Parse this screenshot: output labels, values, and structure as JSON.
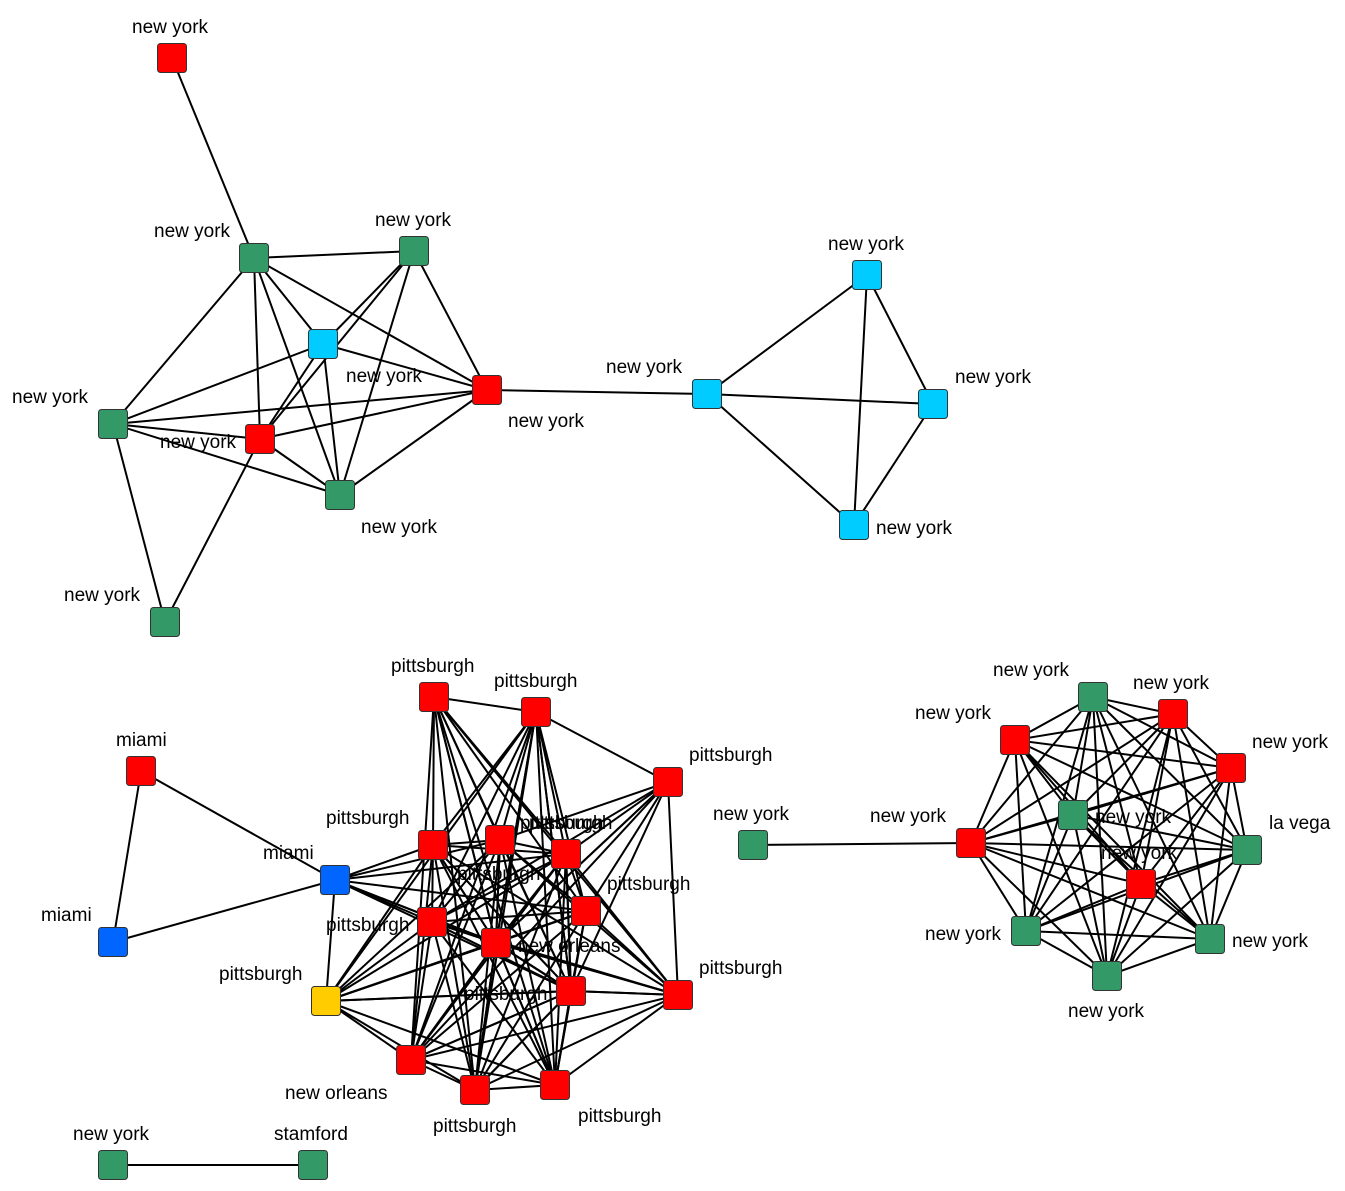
{
  "colors": {
    "red": "#ff0000",
    "green": "#339966",
    "cyan": "#00ccff",
    "blue": "#0066ff",
    "yellow": "#ffcc00",
    "edge": "#000000"
  },
  "nodes": [
    {
      "id": "a1",
      "label": "new york",
      "color": "red"
    },
    {
      "id": "a2",
      "label": "new york",
      "color": "green"
    },
    {
      "id": "a3",
      "label": "new york",
      "color": "green"
    },
    {
      "id": "a4",
      "label": "new york",
      "color": "cyan"
    },
    {
      "id": "a5",
      "label": "new york",
      "color": "red"
    },
    {
      "id": "a6",
      "label": "new york",
      "color": "green"
    },
    {
      "id": "a7",
      "label": "new york",
      "color": "red"
    },
    {
      "id": "a8",
      "label": "new york",
      "color": "green"
    },
    {
      "id": "a9",
      "label": "new york",
      "color": "green"
    },
    {
      "id": "b1",
      "label": "new york",
      "color": "cyan"
    },
    {
      "id": "b2",
      "label": "new york",
      "color": "cyan"
    },
    {
      "id": "b3",
      "label": "new york",
      "color": "cyan"
    },
    {
      "id": "b4",
      "label": "new york",
      "color": "cyan"
    },
    {
      "id": "c1",
      "label": "miami",
      "color": "red"
    },
    {
      "id": "c2",
      "label": "miami",
      "color": "blue"
    },
    {
      "id": "c3",
      "label": "miami",
      "color": "blue"
    },
    {
      "id": "p1",
      "label": "pittsburgh",
      "color": "red"
    },
    {
      "id": "p2",
      "label": "pittsburgh",
      "color": "red"
    },
    {
      "id": "p3",
      "label": "pittsburgh",
      "color": "red"
    },
    {
      "id": "p4",
      "label": "pittsburgh",
      "color": "red"
    },
    {
      "id": "p5",
      "label": "pittsburgh",
      "color": "red"
    },
    {
      "id": "p6",
      "label": "pittsburgh",
      "color": "red"
    },
    {
      "id": "p7",
      "label": "pittsburgh",
      "color": "red"
    },
    {
      "id": "p8",
      "label": "pittsburgh",
      "color": "red"
    },
    {
      "id": "p9",
      "label": "pittsburgh",
      "color": "red"
    },
    {
      "id": "p10",
      "label": "new orleans",
      "color": "red"
    },
    {
      "id": "p11",
      "label": "pittsburgh",
      "color": "red"
    },
    {
      "id": "p12",
      "label": "pittsburgh",
      "color": "red"
    },
    {
      "id": "p13",
      "label": "pittsburgh",
      "color": "yellow"
    },
    {
      "id": "p14",
      "label": "new orleans",
      "color": "red"
    },
    {
      "id": "p15",
      "label": "pittsburgh",
      "color": "red"
    },
    {
      "id": "p16",
      "label": "pittsburgh",
      "color": "red"
    },
    {
      "id": "p17",
      "label": "pittsburgh",
      "color": "red"
    },
    {
      "id": "d1",
      "label": "new york",
      "color": "green"
    },
    {
      "id": "e1",
      "label": "new york",
      "color": "red"
    },
    {
      "id": "e2",
      "label": "new york",
      "color": "green"
    },
    {
      "id": "e3",
      "label": "new york",
      "color": "red"
    },
    {
      "id": "e4",
      "label": "new york",
      "color": "green"
    },
    {
      "id": "e5",
      "label": "new york",
      "color": "red"
    },
    {
      "id": "e6",
      "label": "new york",
      "color": "red"
    },
    {
      "id": "e7",
      "label": "la vega",
      "color": "green"
    },
    {
      "id": "e8",
      "label": "new york",
      "color": "red"
    },
    {
      "id": "e9",
      "label": "new york",
      "color": "green"
    },
    {
      "id": "e10",
      "label": "new york",
      "color": "green"
    },
    {
      "id": "e11",
      "label": "new york",
      "color": "green"
    },
    {
      "id": "f1",
      "label": "new york",
      "color": "green"
    },
    {
      "id": "f2",
      "label": "stamford",
      "color": "green"
    }
  ],
  "edges": [
    [
      "a1",
      "a2"
    ],
    [
      "a2",
      "a3"
    ],
    [
      "a2",
      "a4"
    ],
    [
      "a2",
      "a5"
    ],
    [
      "a2",
      "a6"
    ],
    [
      "a2",
      "a7"
    ],
    [
      "a2",
      "a8"
    ],
    [
      "a3",
      "a4"
    ],
    [
      "a3",
      "a5"
    ],
    [
      "a3",
      "a7"
    ],
    [
      "a3",
      "a8"
    ],
    [
      "a4",
      "a5"
    ],
    [
      "a4",
      "a6"
    ],
    [
      "a4",
      "a7"
    ],
    [
      "a4",
      "a8"
    ],
    [
      "a5",
      "a6"
    ],
    [
      "a5",
      "a7"
    ],
    [
      "a5",
      "a8"
    ],
    [
      "a5",
      "b1"
    ],
    [
      "a6",
      "a7"
    ],
    [
      "a6",
      "a8"
    ],
    [
      "a6",
      "a9"
    ],
    [
      "a7",
      "a8"
    ],
    [
      "a7",
      "a9"
    ],
    [
      "b1",
      "b2"
    ],
    [
      "b1",
      "b3"
    ],
    [
      "b1",
      "b4"
    ],
    [
      "b2",
      "b3"
    ],
    [
      "b2",
      "b4"
    ],
    [
      "b3",
      "b4"
    ],
    [
      "c1",
      "c2"
    ],
    [
      "c1",
      "c3"
    ],
    [
      "c2",
      "c3"
    ],
    [
      "c3",
      "p4"
    ],
    [
      "c3",
      "p5"
    ],
    [
      "c3",
      "p6"
    ],
    [
      "c3",
      "p7"
    ],
    [
      "c3",
      "p8"
    ],
    [
      "c3",
      "p9"
    ],
    [
      "c3",
      "p10"
    ],
    [
      "c3",
      "p11"
    ],
    [
      "c3",
      "p13"
    ],
    [
      "d1",
      "e1"
    ],
    [
      "f1",
      "f2"
    ],
    [
      "e1",
      "e2"
    ],
    [
      "e1",
      "e3"
    ],
    [
      "e1",
      "e4"
    ],
    [
      "e1",
      "e5"
    ],
    [
      "e1",
      "e6"
    ],
    [
      "e1",
      "e7"
    ],
    [
      "e1",
      "e8"
    ],
    [
      "e1",
      "e9"
    ],
    [
      "e1",
      "e10"
    ],
    [
      "e1",
      "e11"
    ],
    [
      "e2",
      "e3"
    ],
    [
      "e2",
      "e4"
    ],
    [
      "e2",
      "e5"
    ],
    [
      "e2",
      "e6"
    ],
    [
      "e2",
      "e7"
    ],
    [
      "e2",
      "e8"
    ],
    [
      "e2",
      "e9"
    ],
    [
      "e2",
      "e10"
    ],
    [
      "e2",
      "e11"
    ],
    [
      "e3",
      "e4"
    ],
    [
      "e3",
      "e5"
    ],
    [
      "e3",
      "e6"
    ],
    [
      "e3",
      "e7"
    ],
    [
      "e3",
      "e8"
    ],
    [
      "e3",
      "e9"
    ],
    [
      "e3",
      "e10"
    ],
    [
      "e3",
      "e11"
    ],
    [
      "e4",
      "e5"
    ],
    [
      "e4",
      "e6"
    ],
    [
      "e4",
      "e7"
    ],
    [
      "e4",
      "e8"
    ],
    [
      "e4",
      "e9"
    ],
    [
      "e4",
      "e10"
    ],
    [
      "e4",
      "e11"
    ],
    [
      "e5",
      "e6"
    ],
    [
      "e5",
      "e7"
    ],
    [
      "e5",
      "e8"
    ],
    [
      "e5",
      "e9"
    ],
    [
      "e5",
      "e10"
    ],
    [
      "e5",
      "e11"
    ],
    [
      "e6",
      "e7"
    ],
    [
      "e6",
      "e8"
    ],
    [
      "e6",
      "e9"
    ],
    [
      "e6",
      "e10"
    ],
    [
      "e6",
      "e11"
    ],
    [
      "e7",
      "e8"
    ],
    [
      "e7",
      "e9"
    ],
    [
      "e7",
      "e10"
    ],
    [
      "e7",
      "e11"
    ],
    [
      "e8",
      "e9"
    ],
    [
      "e8",
      "e10"
    ],
    [
      "e8",
      "e11"
    ],
    [
      "e9",
      "e10"
    ],
    [
      "e9",
      "e11"
    ],
    [
      "e10",
      "e11"
    ],
    [
      "p1",
      "p2"
    ],
    [
      "p1",
      "p4"
    ],
    [
      "p1",
      "p5"
    ],
    [
      "p1",
      "p6"
    ],
    [
      "p1",
      "p7"
    ],
    [
      "p1",
      "p9"
    ],
    [
      "p1",
      "p10"
    ],
    [
      "p1",
      "p11"
    ],
    [
      "p1",
      "p12"
    ],
    [
      "p1",
      "p14"
    ],
    [
      "p1",
      "p15"
    ],
    [
      "p1",
      "p16"
    ],
    [
      "p2",
      "p3"
    ],
    [
      "p2",
      "p4"
    ],
    [
      "p2",
      "p5"
    ],
    [
      "p2",
      "p6"
    ],
    [
      "p2",
      "p7"
    ],
    [
      "p2",
      "p8"
    ],
    [
      "p2",
      "p9"
    ],
    [
      "p2",
      "p10"
    ],
    [
      "p2",
      "p11"
    ],
    [
      "p2",
      "p13"
    ],
    [
      "p2",
      "p14"
    ],
    [
      "p2",
      "p15"
    ],
    [
      "p2",
      "p16"
    ],
    [
      "p2",
      "p17"
    ],
    [
      "p3",
      "p5"
    ],
    [
      "p3",
      "p6"
    ],
    [
      "p3",
      "p7"
    ],
    [
      "p3",
      "p8"
    ],
    [
      "p3",
      "p9"
    ],
    [
      "p3",
      "p10"
    ],
    [
      "p3",
      "p11"
    ],
    [
      "p3",
      "p12"
    ],
    [
      "p3",
      "p14"
    ],
    [
      "p4",
      "p5"
    ],
    [
      "p4",
      "p6"
    ],
    [
      "p4",
      "p8"
    ],
    [
      "p4",
      "p9"
    ],
    [
      "p4",
      "p10"
    ],
    [
      "p4",
      "p11"
    ],
    [
      "p4",
      "p12"
    ],
    [
      "p4",
      "p13"
    ],
    [
      "p4",
      "p14"
    ],
    [
      "p4",
      "p15"
    ],
    [
      "p4",
      "p16"
    ],
    [
      "p4",
      "p17"
    ],
    [
      "p5",
      "p6"
    ],
    [
      "p5",
      "p7"
    ],
    [
      "p5",
      "p8"
    ],
    [
      "p5",
      "p9"
    ],
    [
      "p5",
      "p10"
    ],
    [
      "p5",
      "p11"
    ],
    [
      "p5",
      "p12"
    ],
    [
      "p5",
      "p13"
    ],
    [
      "p5",
      "p14"
    ],
    [
      "p5",
      "p15"
    ],
    [
      "p5",
      "p16"
    ],
    [
      "p6",
      "p7"
    ],
    [
      "p6",
      "p8"
    ],
    [
      "p6",
      "p9"
    ],
    [
      "p6",
      "p10"
    ],
    [
      "p6",
      "p11"
    ],
    [
      "p6",
      "p12"
    ],
    [
      "p6",
      "p13"
    ],
    [
      "p6",
      "p14"
    ],
    [
      "p6",
      "p15"
    ],
    [
      "p6",
      "p16"
    ],
    [
      "p6",
      "p17"
    ],
    [
      "p7",
      "p8"
    ],
    [
      "p7",
      "p9"
    ],
    [
      "p7",
      "p10"
    ],
    [
      "p7",
      "p11"
    ],
    [
      "p7",
      "p12"
    ],
    [
      "p7",
      "p13"
    ],
    [
      "p7",
      "p14"
    ],
    [
      "p7",
      "p15"
    ],
    [
      "p7",
      "p16"
    ],
    [
      "p7",
      "p17"
    ],
    [
      "p8",
      "p9"
    ],
    [
      "p8",
      "p10"
    ],
    [
      "p8",
      "p11"
    ],
    [
      "p8",
      "p12"
    ],
    [
      "p8",
      "p13"
    ],
    [
      "p8",
      "p14"
    ],
    [
      "p8",
      "p15"
    ],
    [
      "p8",
      "p16"
    ],
    [
      "p8",
      "p17"
    ],
    [
      "p9",
      "p10"
    ],
    [
      "p9",
      "p11"
    ],
    [
      "p9",
      "p12"
    ],
    [
      "p9",
      "p13"
    ],
    [
      "p9",
      "p14"
    ],
    [
      "p9",
      "p15"
    ],
    [
      "p9",
      "p16"
    ],
    [
      "p9",
      "p17"
    ],
    [
      "p10",
      "p11"
    ],
    [
      "p10",
      "p12"
    ],
    [
      "p10",
      "p13"
    ],
    [
      "p10",
      "p14"
    ],
    [
      "p10",
      "p15"
    ],
    [
      "p10",
      "p16"
    ],
    [
      "p10",
      "p17"
    ],
    [
      "p11",
      "p12"
    ],
    [
      "p11",
      "p13"
    ],
    [
      "p11",
      "p14"
    ],
    [
      "p11",
      "p15"
    ],
    [
      "p11",
      "p16"
    ],
    [
      "p11",
      "p17"
    ],
    [
      "p12",
      "p14"
    ],
    [
      "p12",
      "p15"
    ],
    [
      "p12",
      "p16"
    ],
    [
      "p12",
      "p17"
    ],
    [
      "p13",
      "p14"
    ],
    [
      "p13",
      "p15"
    ],
    [
      "p13",
      "p16"
    ],
    [
      "p13",
      "p17"
    ],
    [
      "p14",
      "p15"
    ],
    [
      "p14",
      "p16"
    ],
    [
      "p14",
      "p17"
    ],
    [
      "p15",
      "p16"
    ],
    [
      "p15",
      "p17"
    ],
    [
      "p16",
      "p17"
    ]
  ]
}
